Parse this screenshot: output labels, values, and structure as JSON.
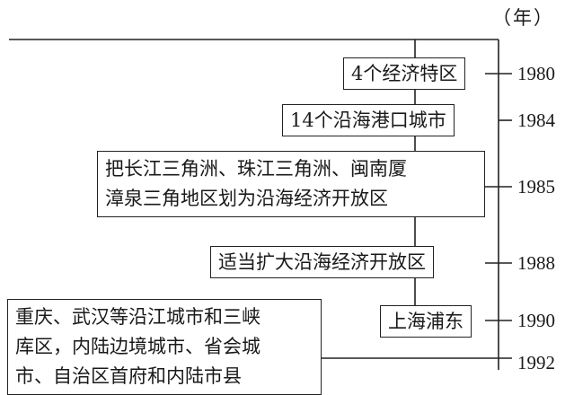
{
  "unit_label": "（年）",
  "events": [
    {
      "year": "1980",
      "text": "4个经济特区"
    },
    {
      "year": "1984",
      "text": "14个沿海港口城市"
    },
    {
      "year": "1985",
      "lines": [
        "把长江三角洲、珠江三角洲、闽南厦",
        "漳泉三角地区划为沿海经济开放区"
      ]
    },
    {
      "year": "1988",
      "text": "适当扩大沿海经济开放区"
    },
    {
      "year": "1990",
      "text": "上海浦东"
    },
    {
      "year": "1992",
      "lines": [
        "重庆、武汉等沿江城市和三峡",
        "库区，内陆边境城市、省会城",
        "市、自治区首府和内陆市县"
      ]
    }
  ]
}
